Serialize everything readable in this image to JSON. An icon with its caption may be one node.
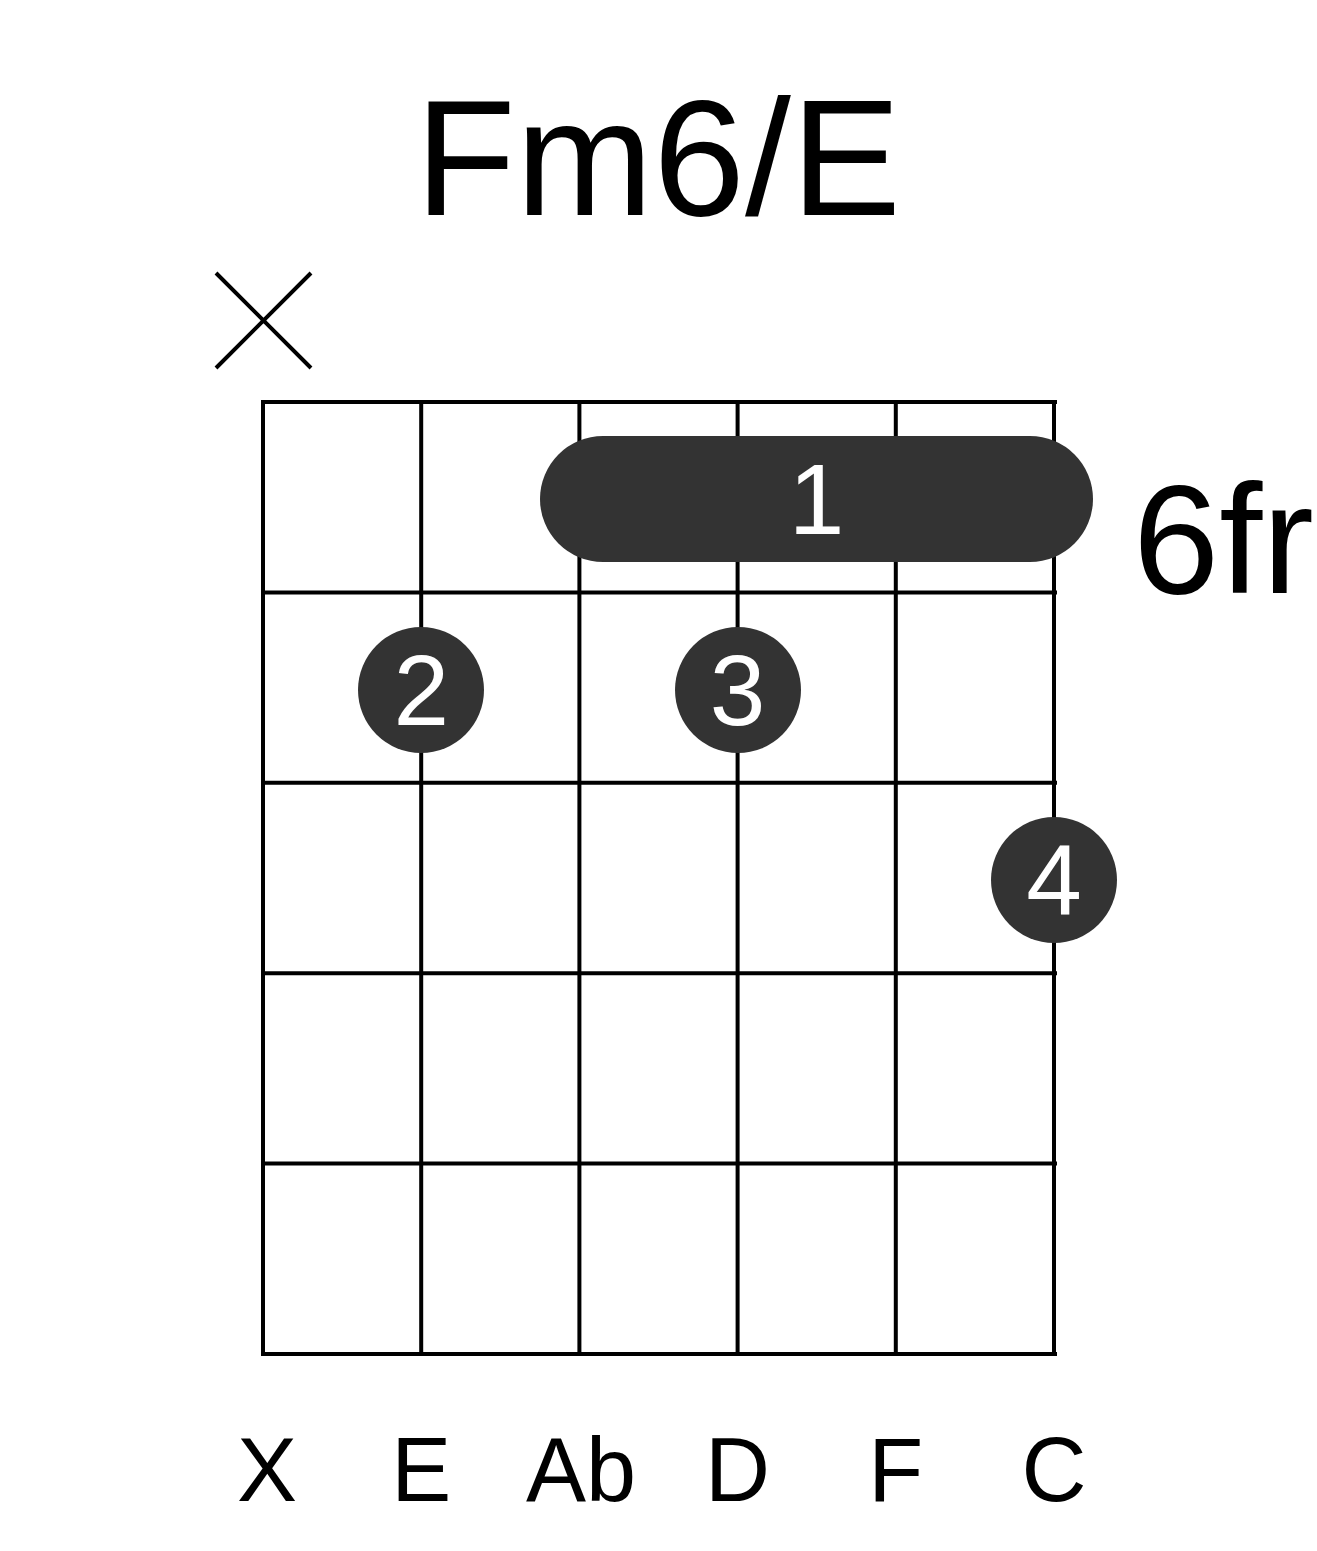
{
  "diagram": {
    "title": "Fm6/E",
    "nodes": [
      {
        "text": [
          "1"
        ]
      },
      {
        "text": [
          "2"
        ]
      },
      {
        "text": [
          "3"
        ]
      },
      {
        "text": [
          "4"
        ]
      }
    ],
    "edges": [],
    "labels": [
      "6fr",
      "X",
      "E",
      "Ab",
      "D",
      "F",
      "C"
    ]
  }
}
